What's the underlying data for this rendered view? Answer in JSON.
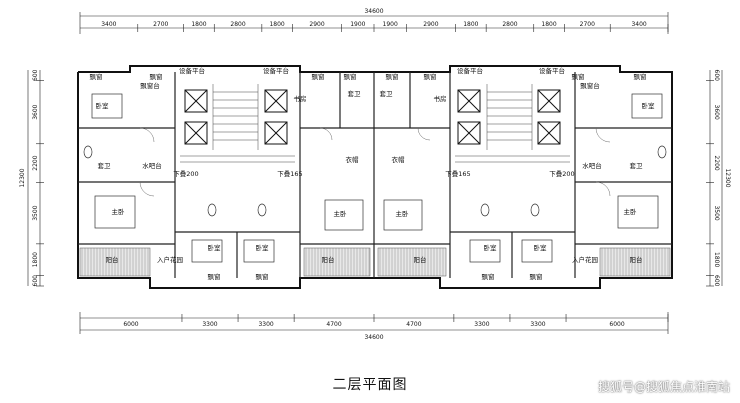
{
  "top_total": "34600",
  "top_segments": [
    "3400",
    "2700",
    "1800",
    "2800",
    "1800",
    "2900",
    "1900",
    "1900",
    "2900",
    "1800",
    "2800",
    "1800",
    "2700",
    "3400"
  ],
  "bottom_total": "34600",
  "bottom_segments": [
    "6000",
    "3300",
    "3300",
    "4700",
    "4700",
    "3300",
    "3300",
    "6000"
  ],
  "left_total": "12300",
  "left_segments": [
    "600",
    "3600",
    "2200",
    "3500",
    "1800",
    "600"
  ],
  "right_total": "12300",
  "right_segments": [
    "600",
    "3600",
    "2200",
    "3500",
    "1800",
    "600"
  ],
  "room_labels": {
    "bay": "飘窗",
    "bay_platform": "飘窗台",
    "equip": "设备平台",
    "bedroom": "卧室",
    "master": "主卧",
    "ensuite": "套卫",
    "study": "书房",
    "wardrobe": "衣帽",
    "water": "水吧台",
    "balcony": "阳台",
    "entry": "入户花园",
    "stair_down_200": "下叠200",
    "stair_down_165": "下叠165"
  },
  "title": "二层平面图",
  "watermark": "搜狐号@搜狐焦点淮南站"
}
